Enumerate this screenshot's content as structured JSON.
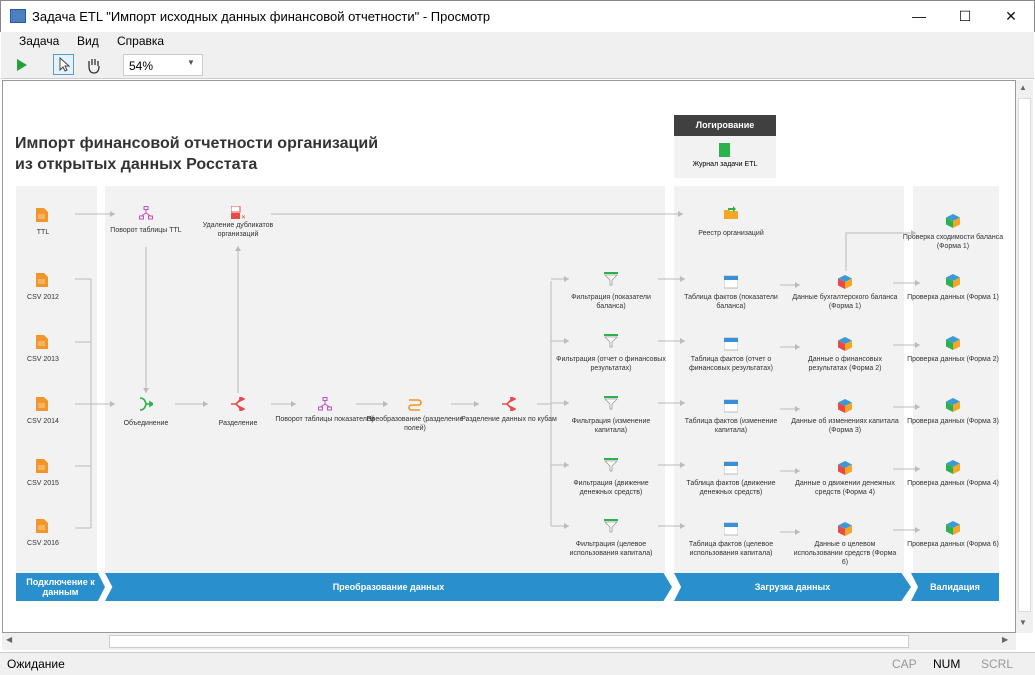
{
  "window": {
    "title": "Задача ETL \"Импорт исходных данных финансовой отчетности\" - Просмотр",
    "minimize": "—",
    "maximize": "☐",
    "close": "✕"
  },
  "menu": [
    "Задача",
    "Вид",
    "Справка"
  ],
  "toolbar": {
    "zoom": "54%"
  },
  "diagram": {
    "title_line1": "Импорт финансовой отчетности организаций",
    "title_line2": "из открытых данных Росстата",
    "logging": {
      "header": "Логирование",
      "item": "Журнал задачи ETL"
    },
    "stages": [
      "Подключение к данным",
      "Преобразование данных",
      "Загрузка данных",
      "Валидация"
    ],
    "sources": [
      "TTL",
      "CSV 2012",
      "CSV 2013",
      "CSV 2014",
      "CSV 2015",
      "CSV 2016"
    ],
    "transforms": [
      "Поворот таблицы TTL",
      "Удаление дубликатов организаций",
      "Объединение",
      "Разделение",
      "Поворот таблицы показателей",
      "Преобразование (разделение полей)",
      "Разделение данных по кубам"
    ],
    "filters": [
      "Фильтрация (показатели баланса)",
      "Фильтрация (отчет о финансовых результатах)",
      "Фильтрация (изменение капитала)",
      "Фильтрация (движение денежных средств)",
      "Фильтрация (целевое использования капитала)"
    ],
    "registry": "Реестр организаций",
    "tables": [
      "Таблица фактов (показатели баланса)",
      "Таблица фактов (отчет о финансовых результатах)",
      "Таблица фактов (изменение капитала)",
      "Таблица фактов (движение денежных средств)",
      "Таблица фактов (целевое использования капитала)"
    ],
    "cubes": [
      "Данные бухгалтерского баланса (Форма 1)",
      "Данные о финансовых результатах (Форма 2)",
      "Данные об изменениях капитала (Форма 3)",
      "Данные о движении денежных средств (Форма 4)",
      "Данные о целевом использовании средств (Форма 6)"
    ],
    "validations": [
      "Проверка сходимости баланса (Форма 1)",
      "Проверка данных (Форма 1)",
      "Проверка данных (Форма 2)",
      "Проверка данных (Форма 3)",
      "Проверка данных (Форма 4)",
      "Проверка данных (Форма 6)"
    ]
  },
  "status": {
    "text": "Ожидание",
    "cap": "CAP",
    "num": "NUM",
    "scrl": "SCRL"
  },
  "colors": {
    "stage_banner": "#2a8fcd",
    "source_icon": "#f0962a",
    "filter_icon": "#2bb24c",
    "transform_icon": "#c050c8",
    "split_icon": "#e84a4a"
  }
}
